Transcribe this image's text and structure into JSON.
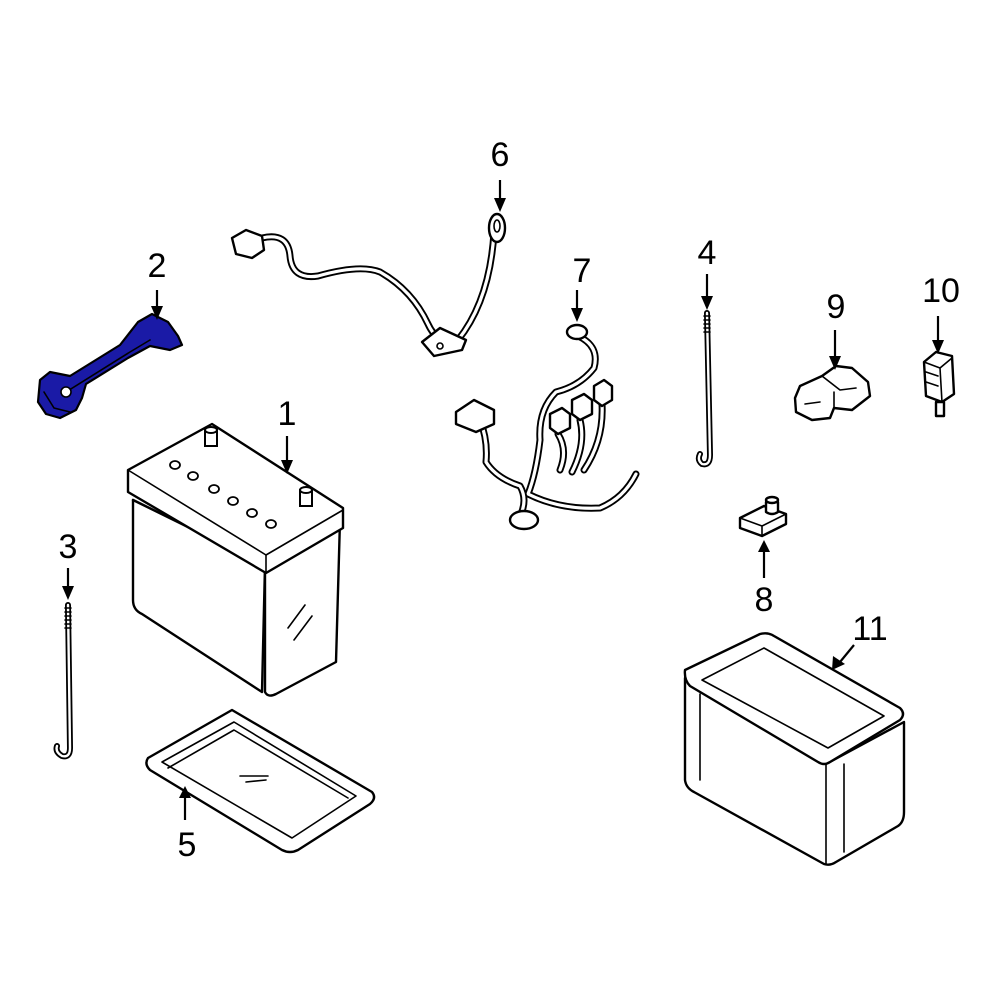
{
  "colors": {
    "line": "#000000",
    "background": "#ffffff",
    "highlight": "#1a1aa6"
  },
  "callouts": {
    "c1": "1",
    "c2": "2",
    "c3": "3",
    "c4": "4",
    "c5": "5",
    "c6": "6",
    "c7": "7",
    "c8": "8",
    "c9": "9",
    "c10": "10",
    "c11": "11"
  },
  "highlighted_part": "2"
}
